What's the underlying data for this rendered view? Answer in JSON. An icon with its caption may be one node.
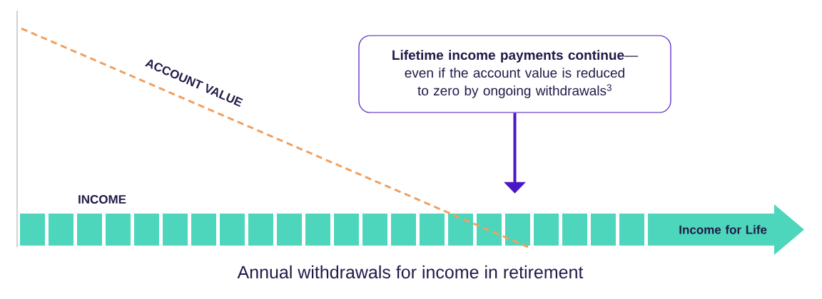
{
  "diagram": {
    "caption": "Annual withdrawals for income in retirement",
    "nodes": [
      {
        "text": [
          "**Lifetime income payments continue**— even if the account value is reduced to zero by ongoing withdrawals$^{3}$"
        ]
      },
      {
        "text": [
          "Income for Life"
        ]
      }
    ],
    "edges": [
      {
        "from": 0,
        "to": 1,
        "arrow": "to"
      }
    ],
    "labels": [
      "ACCOUNT VALUE",
      "INCOME"
    ]
  }
}
